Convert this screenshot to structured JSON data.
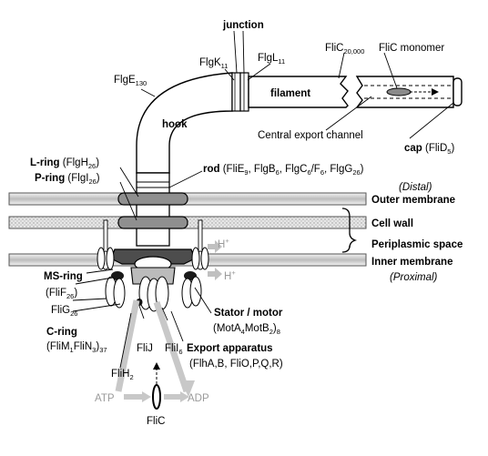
{
  "components": {
    "junction": "junction",
    "flgk": "FlgK",
    "flgk_sub": "11",
    "flgl": "FlgL",
    "flgl_sub": "11",
    "flic": "FliC",
    "flic_sub": "20,000",
    "flic_monomer": "FliC monomer",
    "flge": "FlgE",
    "flge_sub": "130",
    "filament": "filament",
    "hook": "hook",
    "central_channel": "Central export channel",
    "cap_bold": "cap",
    "cap_detail": " (FliD",
    "cap_sub": "5",
    "cap_close": ")",
    "lring_bold": "L-ring",
    "lring_detail": " (FlgH",
    "lring_sub": "26",
    "lring_close": ")",
    "pring_bold": "P-ring",
    "pring_detail": " (FlgI",
    "pring_sub": "26",
    "pring_close": ")",
    "rod_bold": "rod",
    "rod_d1": " (FliE",
    "rod_s1": "9",
    "rod_d2": ", FlgB",
    "rod_s2": "6",
    "rod_d3": ", FlgC",
    "rod_s3": "6",
    "rod_d4": "/F",
    "rod_s4": "6",
    "rod_d5": ", FlgG",
    "rod_s5": "26",
    "rod_d6": ")",
    "distal": "(Distal)",
    "outer_membrane": "Outer membrane",
    "cell_wall": "Cell wall",
    "periplasmic_space": "Periplasmic space",
    "inner_membrane": "Inner membrane",
    "proximal": "(Proximal)",
    "hplus": "H",
    "hplus_sup": "+",
    "msring_bold": "MS-ring",
    "msring_detail": "(FliF",
    "msring_sub": "26",
    "msring_close": ")",
    "flig": "FliG",
    "flig_sub": "26",
    "cring_bold": "C-ring",
    "cring_detail": "(FliM",
    "cring_s1": "1",
    "cring_d2": "FliN",
    "cring_s2": "3",
    "cring_close": ")",
    "cring_sub_out": "37",
    "stator_bold": "Stator / motor",
    "stator_detail": "(MotA",
    "stator_s1": "4",
    "stator_d2": "MotB",
    "stator_s2": "2",
    "stator_close": ")",
    "stator_sub_out": "8",
    "flij": "FliJ",
    "flii": "FliI",
    "flii_sub": "6",
    "export_bold": "Export apparatus",
    "export_detail": "(FlhA,B, FliO,P,Q,R)",
    "flih": "FliH",
    "flih_sub": "2",
    "atp": "ATP",
    "adp": "ADP",
    "flic_bottom": "FliC"
  }
}
